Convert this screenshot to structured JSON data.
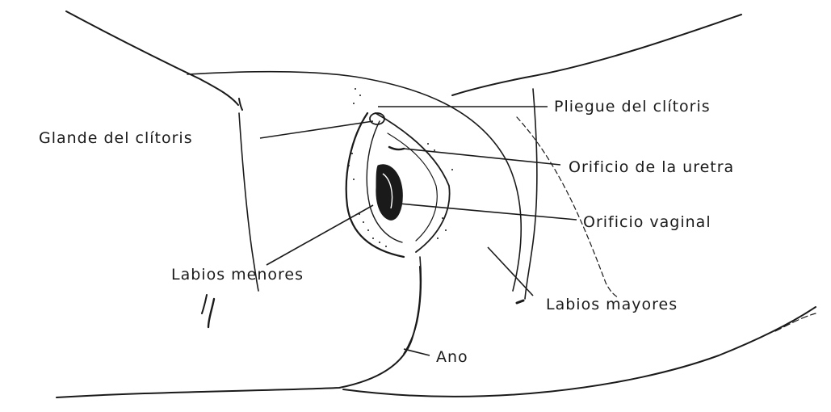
{
  "labels": {
    "pliegue_clitoris": "Pliegue del clítoris",
    "glande_clitoris": "Glande del clítoris",
    "orificio_uretra": "Orificio de la uretra",
    "orificio_vaginal": "Orificio vaginal",
    "labios_menores": "Labios menores",
    "labios_mayores": "Labios mayores",
    "ano": "Ano"
  },
  "colors": {
    "ink": "#1a1a1a",
    "paper": "#ffffff"
  }
}
